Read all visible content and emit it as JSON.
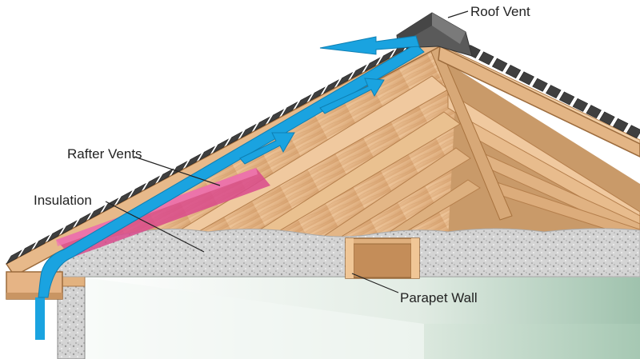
{
  "labels": {
    "roof_vent": "Roof Vent",
    "rafter_vents": "Rafter Vents",
    "insulation": "Insulation",
    "parapet_wall": "Parapet Wall"
  },
  "colors": {
    "airflow_arrow": "#1aa3e0",
    "rafter_vent": "#d94a8c",
    "wood_light": "#e7b98a",
    "wood_dark": "#c48a56",
    "shingle": "#3f3f3f",
    "insulation": "#cfcfcf",
    "ceiling": "#e9f0ea",
    "wall_shadow": "#a9c9b4"
  },
  "icons": [
    "roof-vent-icon",
    "airflow-arrow-icon"
  ]
}
